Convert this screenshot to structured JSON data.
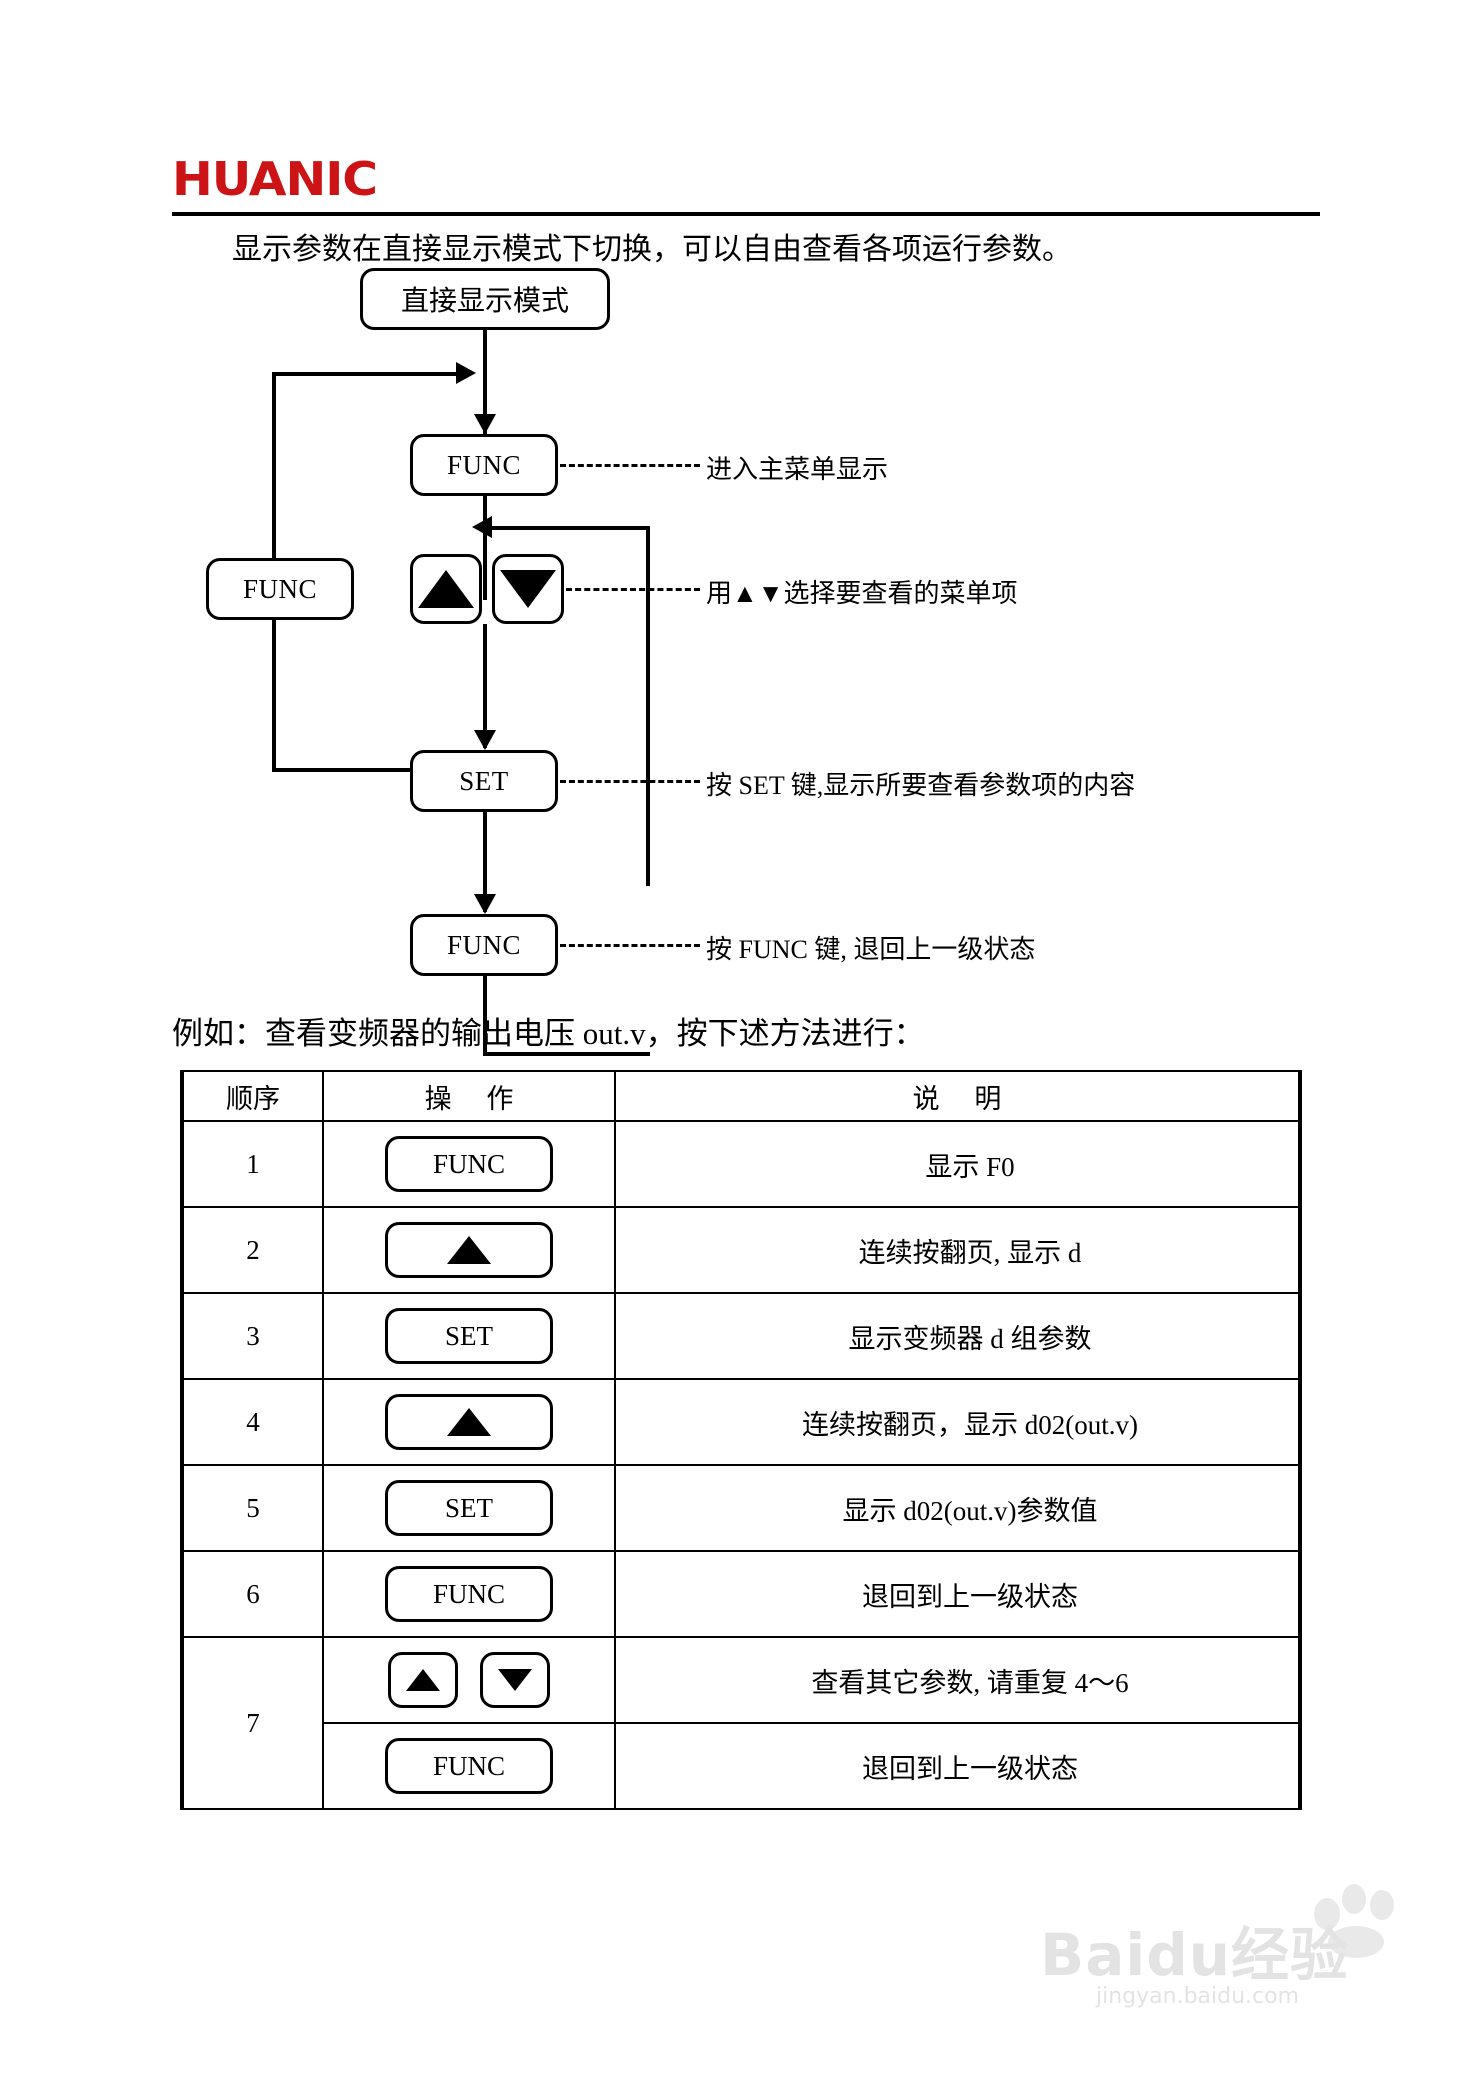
{
  "header": {
    "logo_text": "HUANIC"
  },
  "intro": {
    "paragraph": "显示参数在直接显示模式下切换，可以自由查看各项运行参数。"
  },
  "flowchart": {
    "nodes": {
      "mode": "直接显示模式",
      "func1": "FUNC",
      "func_left": "FUNC",
      "up_key": "▲",
      "down_key": "▼",
      "set": "SET",
      "func2": "FUNC"
    },
    "notes": [
      "进入主菜单显示",
      "用▲▼选择要查看的菜单项",
      "按 SET 键,显示所要查看参数项的内容",
      "按 FUNC 键, 退回上一级状态"
    ]
  },
  "example": {
    "caption": "例如：查看变频器的输出电压 out.v，按下述方法进行："
  },
  "table": {
    "headers": [
      "顺序",
      "操 作",
      "说 明"
    ],
    "rows": [
      {
        "seq": "1",
        "op_type": "text",
        "op": "FUNC",
        "desc": "显示 F0"
      },
      {
        "seq": "2",
        "op_type": "up",
        "op": "▲",
        "desc": "连续按翻页, 显示 d"
      },
      {
        "seq": "3",
        "op_type": "text",
        "op": "SET",
        "desc": "显示变频器 d 组参数"
      },
      {
        "seq": "4",
        "op_type": "up",
        "op": "▲",
        "desc": "连续按翻页，显示 d02(out.v)"
      },
      {
        "seq": "5",
        "op_type": "text",
        "op": "SET",
        "desc": "显示 d02(out.v)参数值"
      },
      {
        "seq": "6",
        "op_type": "text",
        "op": "FUNC",
        "desc": "退回到上一级状态"
      },
      {
        "seq": "7",
        "op_type": "updown",
        "op": "▲ ▼",
        "desc": "查看其它参数, 请重复 4～6"
      },
      {
        "seq": "",
        "op_type": "text",
        "op": "FUNC",
        "desc": "退回到上一级状态"
      }
    ]
  },
  "watermark": {
    "brand": "Baidu经验",
    "url": "jingyan.baidu.com"
  },
  "colors": {
    "logo_red": "#cc1417",
    "ink": "#000000",
    "watermark_grey": "#c9c9c9"
  }
}
